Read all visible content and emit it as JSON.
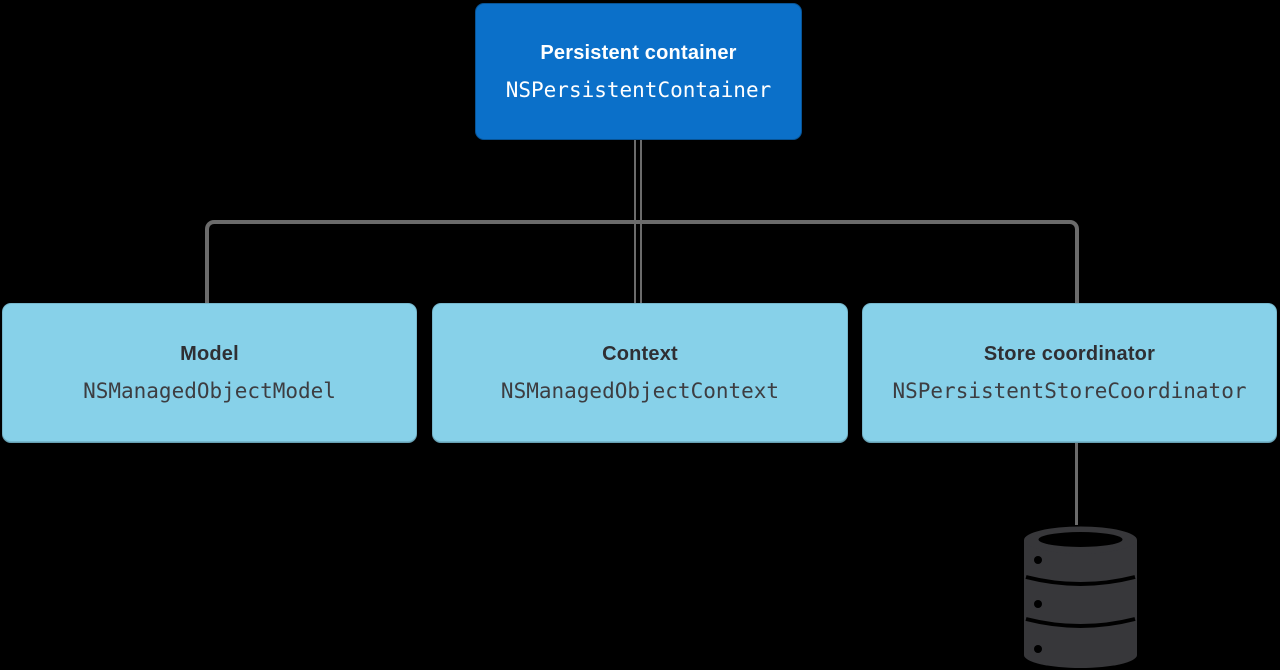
{
  "nodes": {
    "container": {
      "title": "Persistent container",
      "class_name": "NSPersistentContainer"
    },
    "model": {
      "title": "Model",
      "class_name": "NSManagedObjectModel"
    },
    "context": {
      "title": "Context",
      "class_name": "NSManagedObjectContext"
    },
    "coordinator": {
      "title": "Store coordinator",
      "class_name": "NSPersistentStoreCoordinator"
    }
  },
  "icons": {
    "database": "database-cylinder"
  },
  "colors": {
    "background": "#000000",
    "container_blue": "#0b70c9",
    "node_light_blue": "#87d1e9",
    "connector_gray": "#6b6b6b",
    "title_text_dark": "#2f2f33",
    "code_text_dark": "#3d3d41",
    "title_text_light": "#ffffff",
    "database_fill": "#37373a"
  }
}
